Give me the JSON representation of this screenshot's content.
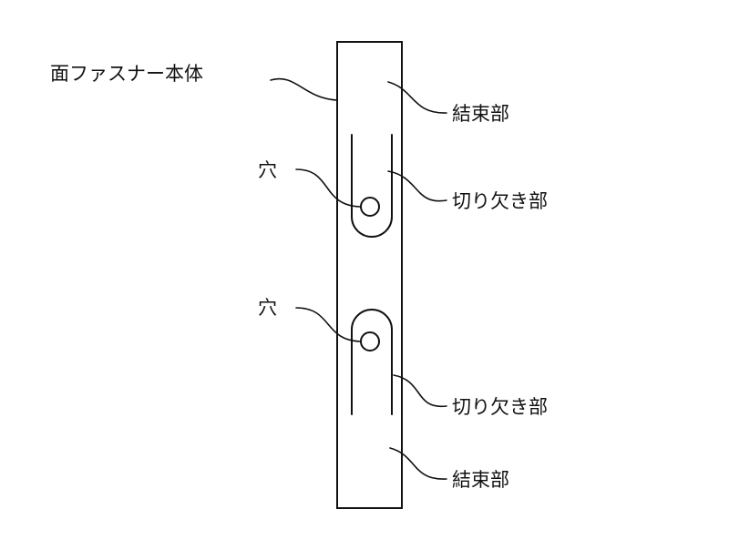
{
  "labels": {
    "body": "面ファスナー本体",
    "binding_top": "結束部",
    "hole_top": "穴",
    "notch_top": "切り欠き部",
    "hole_bottom": "穴",
    "notch_bottom": "切り欠き部",
    "binding_bottom": "結束部"
  }
}
